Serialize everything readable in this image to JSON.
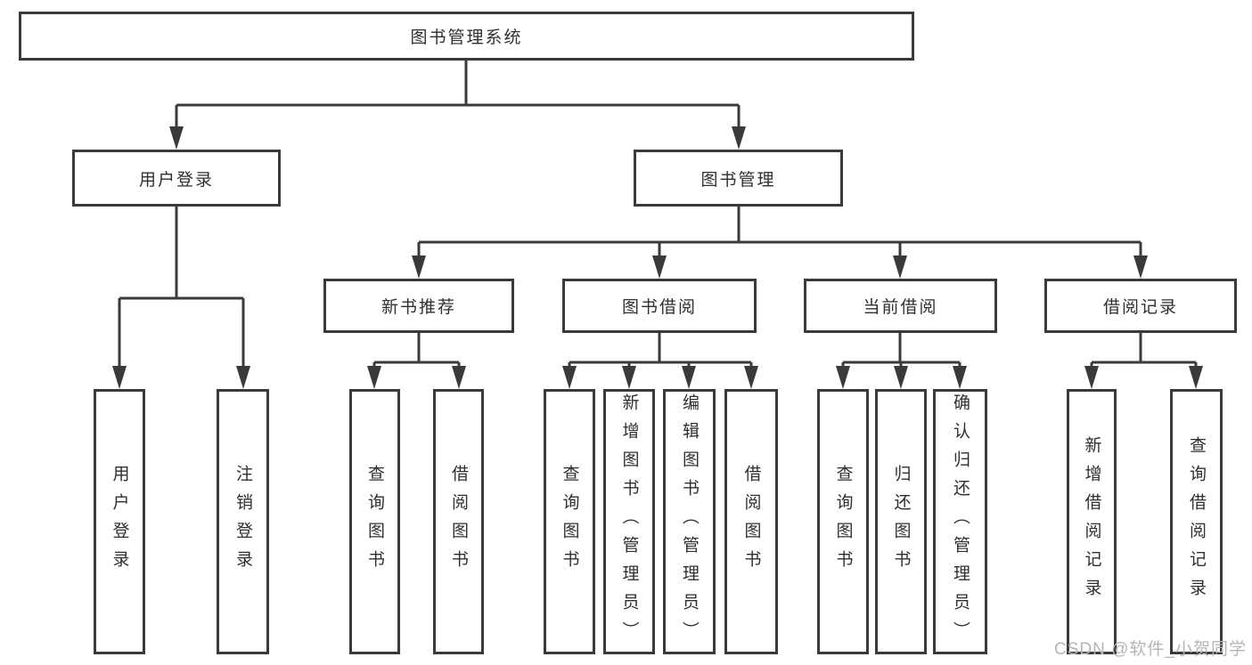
{
  "diagram": {
    "type": "hierarchy-tree",
    "title": "图书管理系统",
    "colors": {
      "line": "#3a3a3c",
      "box_border": "#3a3a3c",
      "box_bg": "#ffffff",
      "text": "#2f2f31",
      "watermark": "#b5b5b5"
    },
    "nodes": {
      "root": {
        "label": "图书管理系统"
      },
      "user_login": {
        "label": "用户登录"
      },
      "book_mgmt": {
        "label": "图书管理"
      },
      "new_book_rec": {
        "label": "新书推荐"
      },
      "book_borrow": {
        "label": "图书借阅"
      },
      "current_borrow": {
        "label": "当前借阅"
      },
      "borrow_records": {
        "label": "借阅记录"
      },
      "leaf_user_login": {
        "label": "用户登录"
      },
      "leaf_logout": {
        "label": "注销登录"
      },
      "leaf_nb_query": {
        "label": "查询图书"
      },
      "leaf_nb_borrow": {
        "label": "借阅图书"
      },
      "leaf_bb_query": {
        "label": "查询图书"
      },
      "leaf_bb_add": {
        "label": "新增图书（管理员）"
      },
      "leaf_bb_edit": {
        "label": "编辑图书（管理员）"
      },
      "leaf_bb_borrow": {
        "label": "借阅图书"
      },
      "leaf_cb_query": {
        "label": "查询图书"
      },
      "leaf_cb_return": {
        "label": "归还图书"
      },
      "leaf_cb_confirm": {
        "label": "确认归还（管理员）"
      },
      "leaf_br_add": {
        "label": "新增借阅记录"
      },
      "leaf_br_query": {
        "label": "查询借阅记录"
      }
    },
    "tree": {
      "图书管理系统": {
        "用户登录": [
          "用户登录",
          "注销登录"
        ],
        "图书管理": {
          "新书推荐": [
            "查询图书",
            "借阅图书"
          ],
          "图书借阅": [
            "查询图书",
            "新增图书（管理员）",
            "编辑图书（管理员）",
            "借阅图书"
          ],
          "当前借阅": [
            "查询图书",
            "归还图书",
            "确认归还（管理员）"
          ],
          "借阅记录": [
            "新增借阅记录",
            "查询借阅记录"
          ]
        }
      }
    },
    "watermark": "CSDN @软件_小贺同学"
  }
}
